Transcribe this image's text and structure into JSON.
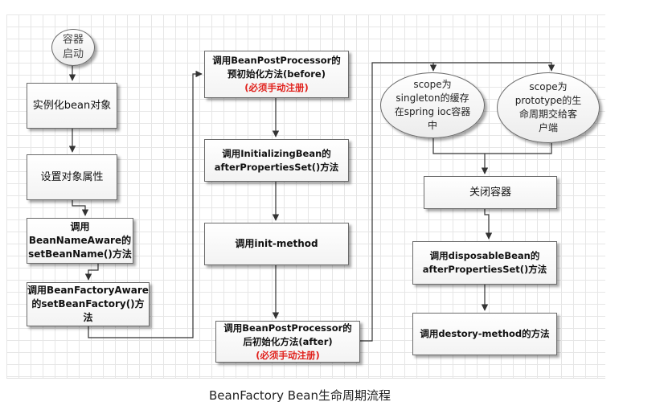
{
  "start": {
    "label_lines": [
      "容器",
      "启动"
    ]
  },
  "nodes": {
    "instantiate": {
      "lines": [
        "实例化bean对象"
      ]
    },
    "set_props": {
      "lines": [
        "设置对象属性"
      ]
    },
    "bean_name_aware": {
      "lines": [
        "调用",
        "BeanNameAware的",
        "setBeanName()方法"
      ]
    },
    "bean_factory_aware": {
      "lines": [
        "调用BeanFactoryAware",
        "的setBeanFactory()方",
        "法"
      ]
    },
    "bpp_before": {
      "lines": [
        "调用BeanPostProcessor的",
        "预初始化方法(before)"
      ],
      "note": "(必须手动注册)"
    },
    "initializing_bean": {
      "lines": [
        "调用InitializingBean的",
        "afterPropertiesSet()方法"
      ]
    },
    "init_method": {
      "lines": [
        "调用init-method"
      ]
    },
    "bpp_after": {
      "lines": [
        "调用BeanPostProcessor的",
        "后初始化方法(after)"
      ],
      "note": "(必须手动注册)"
    },
    "close_container": {
      "lines": [
        "关闭容器"
      ]
    },
    "disposable_bean": {
      "lines": [
        "调用disposableBean的",
        "afterPropertiesSet()方法"
      ]
    },
    "destroy_method": {
      "lines": [
        "调用destory-method的方法"
      ]
    }
  },
  "ellipses": {
    "singleton": {
      "lines": [
        "scope为",
        "singleton的缓存",
        "在spring ioc容器",
        "中"
      ]
    },
    "prototype": {
      "lines": [
        "scope为",
        "prototype的生",
        "命周期交给客",
        "户端"
      ]
    }
  },
  "caption": "BeanFactory Bean生命周期流程",
  "colors": {
    "border": "#6b6b6b",
    "note": "#e0201b",
    "arrow": "#333333"
  }
}
